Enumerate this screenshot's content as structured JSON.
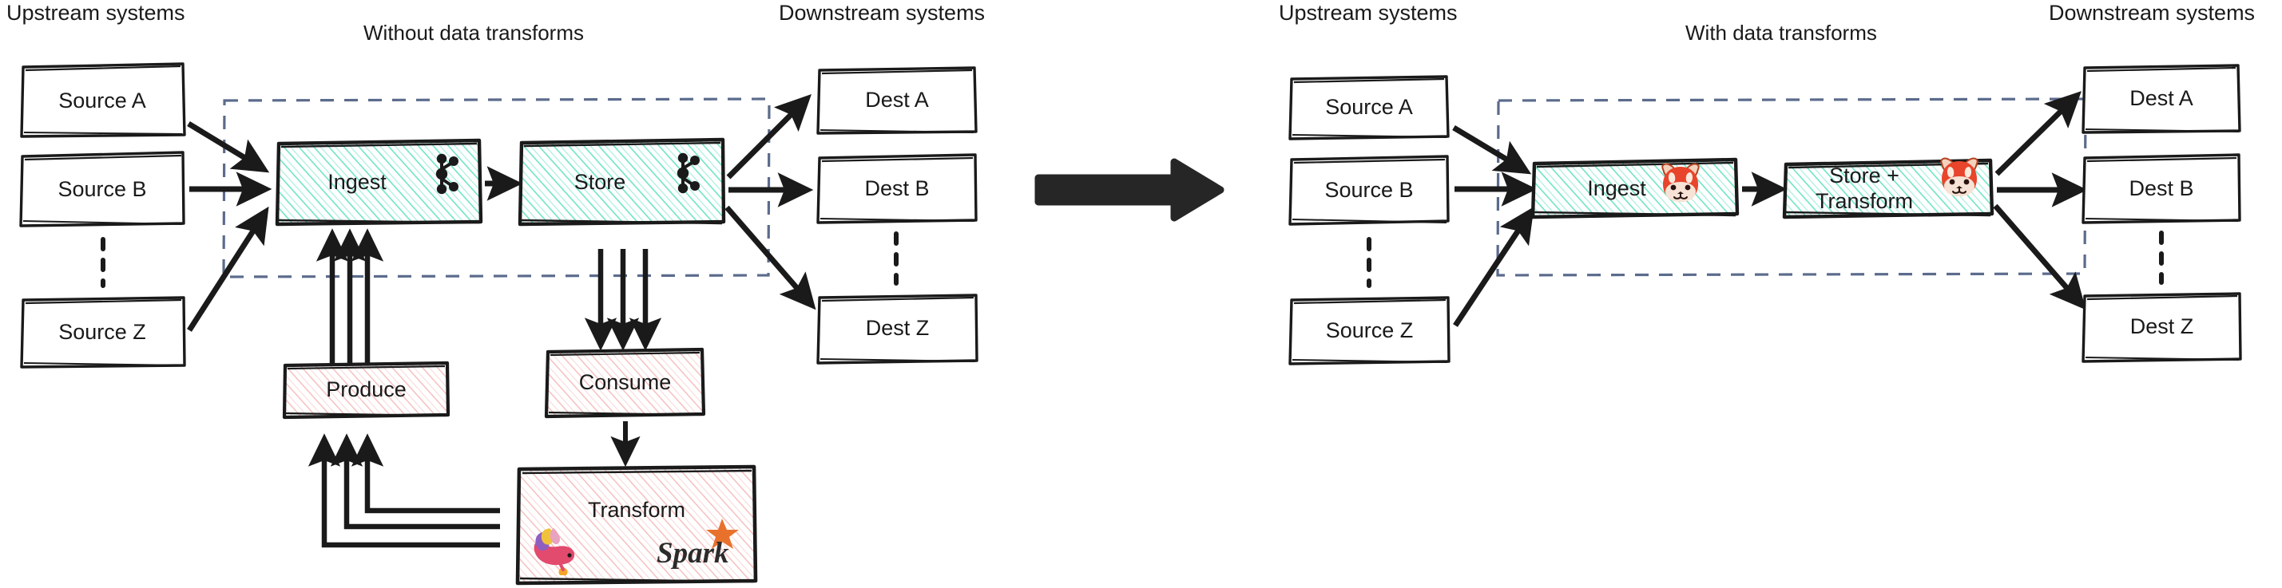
{
  "meta": {
    "kind": "architecture-comparison-diagram",
    "style": "hand-drawn sketch",
    "colors": {
      "stroke": "#1a1a1a",
      "teal_hatch": "#3ddcb0",
      "pink_hatch": "#f3a6a6",
      "dashed_boundary": "#5b6b8c",
      "background": "#ffffff",
      "redpanda_orange": "#e8452c",
      "spark_orange": "#e8722c"
    }
  },
  "left_panel": {
    "title": "Without data transforms",
    "upstream_heading": "Upstream systems",
    "downstream_heading": "Downstream systems",
    "sources": [
      {
        "label": "Source A"
      },
      {
        "label": "Source B"
      },
      {
        "label": "Source Z"
      }
    ],
    "destinations": [
      {
        "label": "Dest A"
      },
      {
        "label": "Dest B"
      },
      {
        "label": "Dest Z"
      }
    ],
    "platform_boxes": [
      {
        "label": "Ingest",
        "fill": "teal",
        "icon": "apache-kafka-icon"
      },
      {
        "label": "Store",
        "fill": "teal",
        "icon": "apache-kafka-icon"
      }
    ],
    "external_boxes": [
      {
        "label": "Produce",
        "fill": "pink",
        "icons": []
      },
      {
        "label": "Consume",
        "fill": "pink",
        "icons": []
      },
      {
        "label": "Transform",
        "fill": "pink",
        "icons": [
          "apache-flink-squirrel-icon",
          "apache-spark-logo-icon"
        ]
      }
    ]
  },
  "transition": {
    "arrow": "big-right-arrow-icon"
  },
  "right_panel": {
    "title": "With data transforms",
    "upstream_heading": "Upstream systems",
    "downstream_heading": "Downstream systems",
    "sources": [
      {
        "label": "Source A"
      },
      {
        "label": "Source B"
      },
      {
        "label": "Source Z"
      }
    ],
    "destinations": [
      {
        "label": "Dest A"
      },
      {
        "label": "Dest B"
      },
      {
        "label": "Dest Z"
      }
    ],
    "platform_boxes": [
      {
        "label": "Ingest",
        "fill": "teal",
        "icon": "redpanda-icon"
      },
      {
        "label": "Store +\nTransform",
        "label_line1": "Store +",
        "label_line2": "Transform",
        "fill": "teal",
        "icon": "redpanda-icon"
      }
    ],
    "external_boxes": []
  }
}
